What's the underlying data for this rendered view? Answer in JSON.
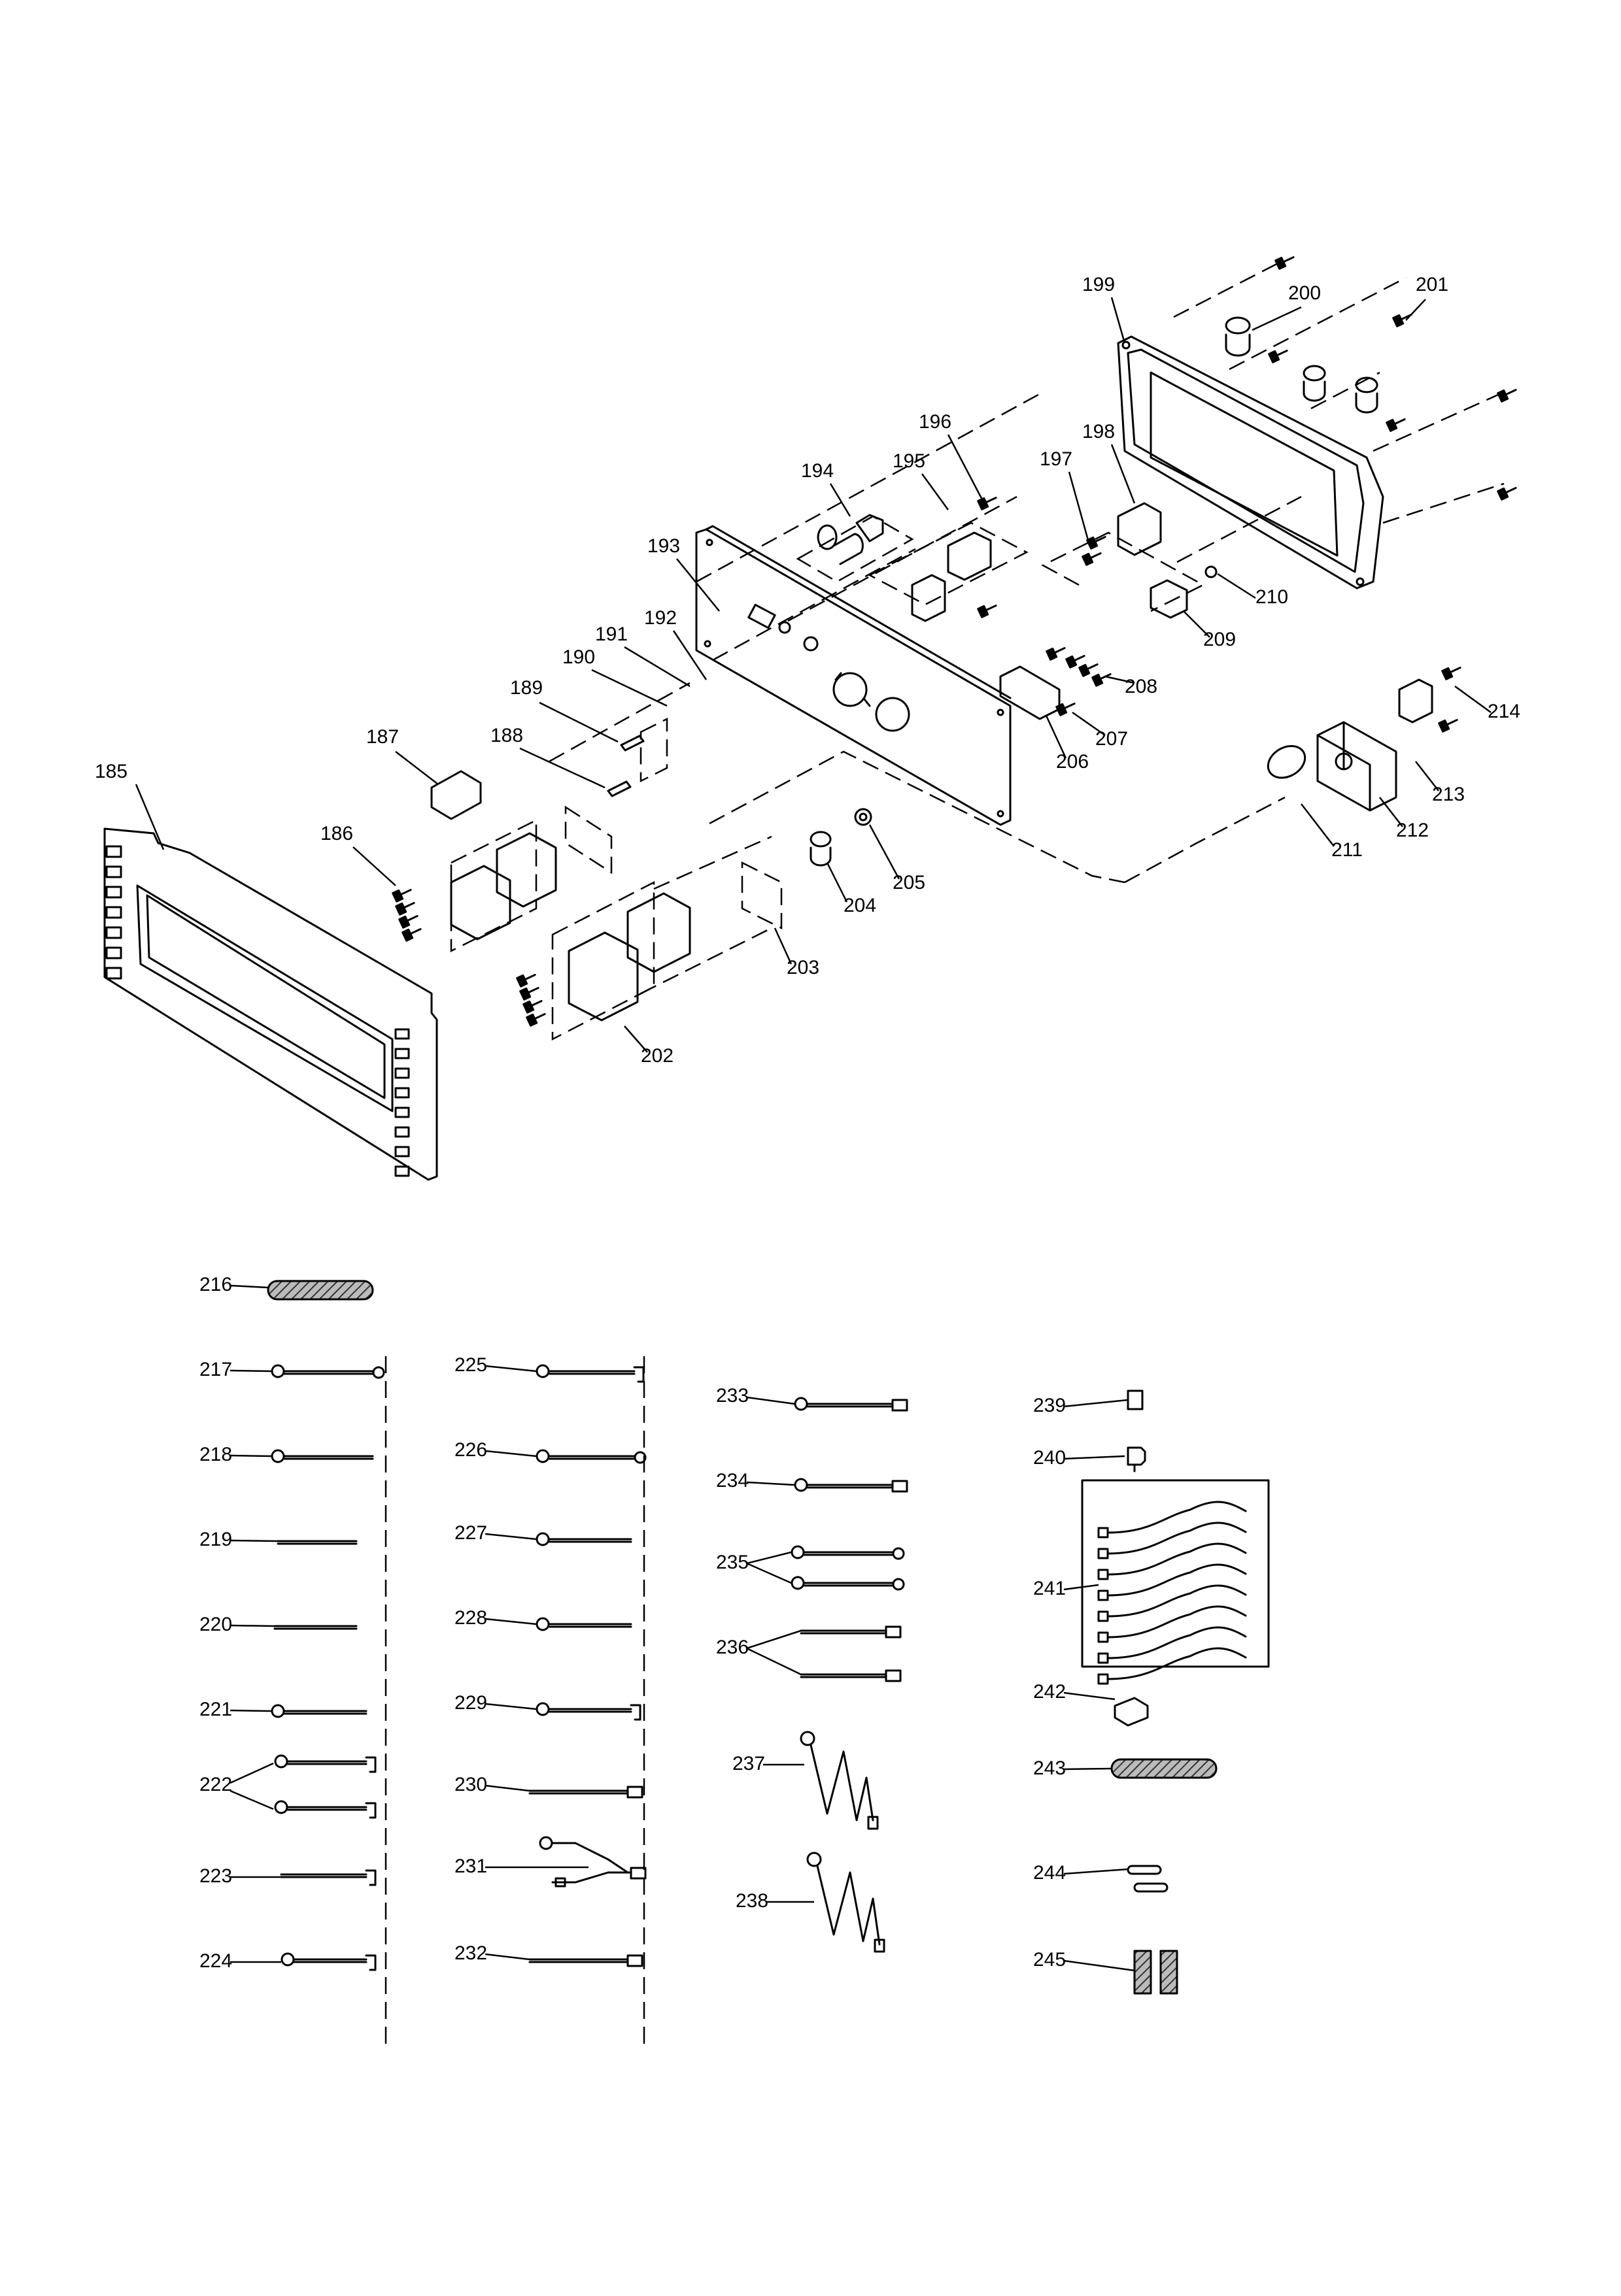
{
  "diagram": {
    "type": "exploded-parts-diagram",
    "line_color": "#000000",
    "background_color": "#ffffff",
    "callouts": [
      "185",
      "186",
      "187",
      "188",
      "189",
      "190",
      "191",
      "192",
      "193",
      "194",
      "195",
      "196",
      "197",
      "198",
      "199",
      "200",
      "201",
      "202",
      "203",
      "204",
      "205",
      "206",
      "207",
      "208",
      "209",
      "210",
      "211",
      "212",
      "213",
      "214",
      "216",
      "217",
      "218",
      "219",
      "220",
      "221",
      "222",
      "223",
      "224",
      "225",
      "226",
      "227",
      "228",
      "229",
      "230",
      "231",
      "232",
      "233",
      "234",
      "235",
      "236",
      "237",
      "238",
      "239",
      "240",
      "241",
      "242",
      "243",
      "244",
      "245"
    ]
  }
}
